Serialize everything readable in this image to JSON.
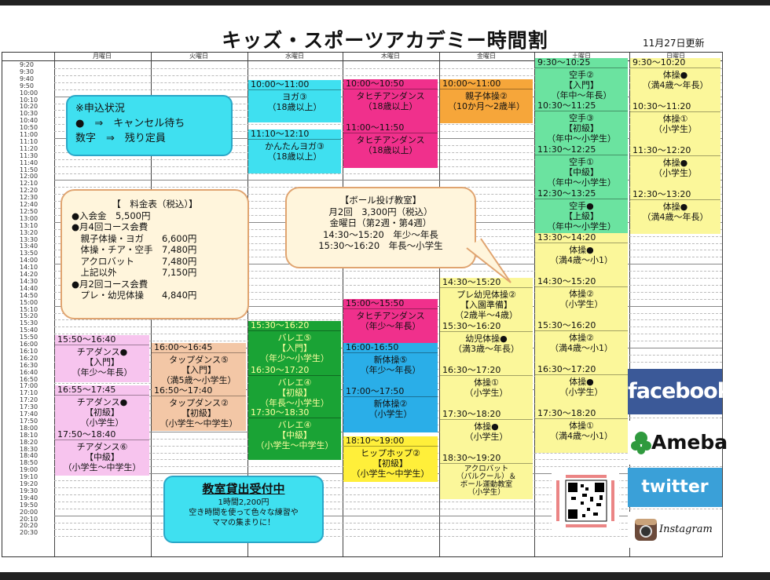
{
  "title": "キッズ・スポーツアカデミー時間割",
  "updated": "11月27日更新",
  "days": [
    "月曜日",
    "火曜日",
    "水曜日",
    "木曜日",
    "金曜日",
    "土曜日",
    "日曜日"
  ],
  "time_labels": [
    "9:20",
    "9:30",
    "9:40",
    "9:50",
    "10:00",
    "10:10",
    "10:20",
    "10:30",
    "10:40",
    "10:50",
    "11:00",
    "11:10",
    "11:20",
    "11:30",
    "11:40",
    "11:50",
    "12:00",
    "12:10",
    "12:20",
    "12:30",
    "12:40",
    "12:50",
    "13:00",
    "13:10",
    "13:20",
    "13:30",
    "13:40",
    "13:50",
    "14:00",
    "14:10",
    "14:20",
    "14:30",
    "14:40",
    "14:50",
    "15:00",
    "15:10",
    "15:20",
    "15:30",
    "15:40",
    "15:50",
    "16:00",
    "16:10",
    "16:20",
    "16:30",
    "16:40",
    "16:50",
    "17:00",
    "17:10",
    "17:20",
    "17:30",
    "17:40",
    "17:50",
    "18:00",
    "18:10",
    "18:20",
    "18:30",
    "18:40",
    "18:50",
    "19:00",
    "19:10",
    "19:20",
    "19:30",
    "19:40",
    "19:50",
    "20:00",
    "20:10",
    "20:20",
    "20:30"
  ],
  "classes": [
    {
      "time": "15:50〜16:40",
      "name": "チアダンス●\n【入門】\n（年少〜年長）"
    },
    {
      "time": "16:55〜17:45",
      "name": "チアダンス●\n【初級】\n（小学生）"
    },
    {
      "time": "17:50〜18:40",
      "name": "チアダンス⑥\n【中級】\n（小学生〜中学生）"
    },
    {
      "time": "16:00〜16:45",
      "name": "タップダンス⑤\n【入門】\n（満5歳〜小学生）"
    },
    {
      "time": "16:50〜17:40",
      "name": "タップダンス②\n【初級】\n（小学生〜中学生）"
    },
    {
      "time": "10:00〜11:00",
      "name": "ヨガ③\n（18歳以上）"
    },
    {
      "time": "11:10〜12:10",
      "name": "かんたんヨガ③\n（18歳以上）"
    },
    {
      "time": "15:30〜16:20",
      "name": "バレエ⑤\n【入門】\n（年少〜小学生）"
    },
    {
      "time": "16:30〜17:20",
      "name": "バレエ④\n【初級】\n（年長〜小学生）"
    },
    {
      "time": "17:30〜18:30",
      "name": "バレエ④\n【中級】\n（小学生〜中学生）"
    },
    {
      "time": "10:00〜10:50",
      "name": "タヒチアンダンス\n（18歳以上）"
    },
    {
      "time": "11:00〜11:50",
      "name": "タヒチアンダンス\n（18歳以上）"
    },
    {
      "time": "15:00〜15:50",
      "name": "タヒチアンダンス\n（年少〜年長）"
    },
    {
      "time": "16:00-16:50",
      "name": "新体操⑤\n（年少〜年長）"
    },
    {
      "time": "17:00〜17:50",
      "name": "新体操②\n（小学生）"
    },
    {
      "time": "18:10〜19:00",
      "name": "ヒップホップ②\n【初級】\n（小学生〜中学生）"
    },
    {
      "time": "10:00〜11:00",
      "name": "親子体操②\n（10か月〜2歳半）"
    },
    {
      "time": "14:30〜15:20",
      "name": "プレ幼児体操②\n【入園準備】\n（2歳半〜4歳）"
    },
    {
      "time": "15:30〜16:20",
      "name": "幼児体操●\n（満3歳〜年長）"
    },
    {
      "time": "16:30〜17:20",
      "name": "体操①\n（小学生）"
    },
    {
      "time": "17:30〜18:20",
      "name": "体操●\n（小学生）"
    },
    {
      "time": "18:30〜19:20",
      "name": "アクロバット\n（パルクール）＆\nボール運動教室\n（小学生）"
    },
    {
      "time": "9:30〜10:25",
      "name": "空手②\n【入門】\n（年中〜年長）"
    },
    {
      "time": "10:30〜11:25",
      "name": "空手③\n【初級】\n（年中〜小学生）"
    },
    {
      "time": "11:30〜12:25",
      "name": "空手①\n【中級】\n（年中〜小学生）"
    },
    {
      "time": "12:30〜13:25",
      "name": "空手●\n【上級】\n（年中〜小学生）"
    },
    {
      "time": "13:30〜14:20",
      "name": "体操●\n（満4歳〜小1）"
    },
    {
      "time": "14:30〜15:20",
      "name": "体操②\n（小学生）"
    },
    {
      "time": "15:30〜16:20",
      "name": "体操②\n（満4歳〜小1）"
    },
    {
      "time": "16:30〜17:20",
      "name": "体操●\n（小学生）"
    },
    {
      "time": "17:30〜18:20",
      "name": "体操①\n（満4歳〜小1）"
    },
    {
      "time": "9:30〜10:20",
      "name": "体操●\n（満4歳〜年長）"
    },
    {
      "time": "10:30〜11:20",
      "name": "体操①\n（小学生）"
    },
    {
      "time": "11:30〜12:20",
      "name": "体操●\n（小学生）"
    },
    {
      "time": "12:30〜13:20",
      "name": "体操●\n（満4歳〜年長）"
    }
  ],
  "status_box": {
    "line1": "※申込状況",
    "line2": "●　⇒　キャンセル待ち",
    "line3": "数字　⇒　残り定員"
  },
  "fee_box": {
    "title": "【　料金表（税込）】",
    "rows": [
      {
        "label": "●入会金　5,500円",
        "value": ""
      },
      {
        "label": "●月4回コース会費",
        "value": ""
      },
      {
        "label": "　親子体操・ヨガ",
        "value": "6,600円"
      },
      {
        "label": "　体操・チア・空手",
        "value": "7,480円"
      },
      {
        "label": "　アクロバット",
        "value": "7,480円"
      },
      {
        "label": "　上記以外",
        "value": "7,150円"
      },
      {
        "label": "●月2回コース会費",
        "value": ""
      },
      {
        "label": "　プレ・幼児体操",
        "value": "4,840円"
      }
    ]
  },
  "ball_box": {
    "title": "【ボール投げ教室】",
    "lines": [
      "月2回　3,300円（税込）",
      "金曜日（第2週・第4週）",
      "14:30〜15:20　年少〜年長",
      "15:30〜16:20　年長〜小学生"
    ]
  },
  "rental_box": {
    "title": "教室貸出受付中",
    "lines": [
      "1時間2,200円",
      "空き時間を使って色々な練習や",
      "ママの集まりに！"
    ]
  },
  "sns": [
    "facebook",
    "Ameba",
    "twitter",
    "Instagram"
  ],
  "colors": {
    "cyan": "#3fe0f0",
    "pink": "#f0308c",
    "orange": "#f6a63a",
    "yellow": "#fbf79a",
    "green": "#1aa335",
    "blue": "#2aaee8",
    "lightpink": "#f7c4ee",
    "peach": "#f3c7a6",
    "gold": "#ffef3a",
    "facebook": "#3b5998",
    "twitter": "#3aa0d8",
    "ameba": "#2f9a3e"
  }
}
